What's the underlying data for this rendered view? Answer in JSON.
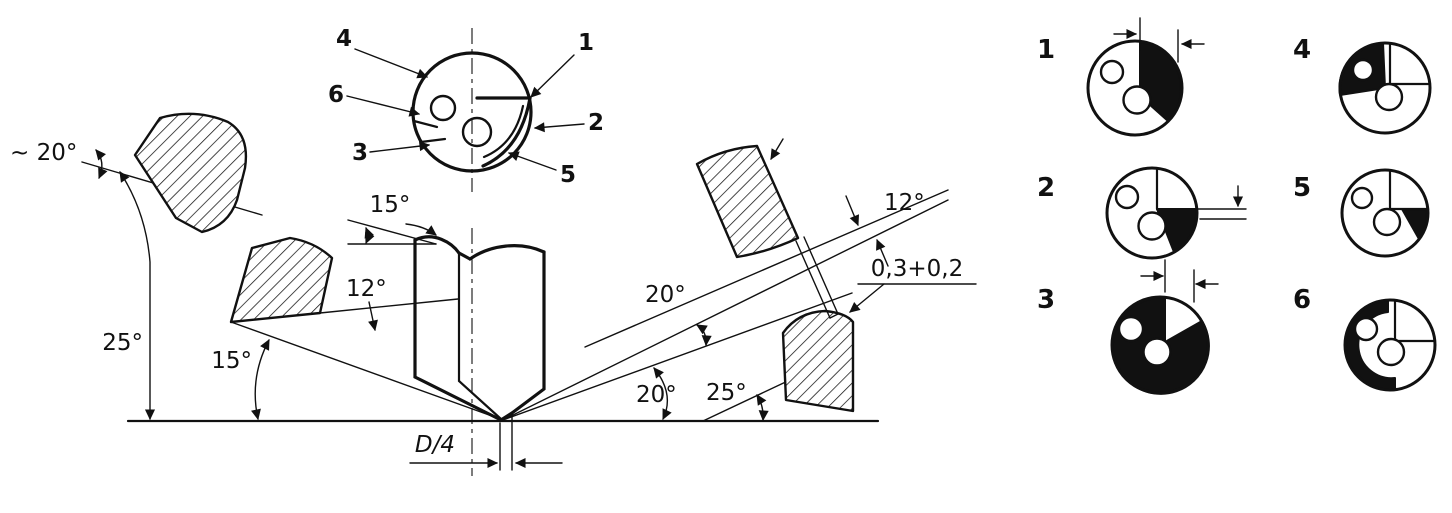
{
  "meta": {
    "title": "Drill point sharpening geometry diagram",
    "ink": "#111111",
    "paper": "#ffffff"
  },
  "main_view": {
    "callouts": {
      "n1": "1",
      "n2": "2",
      "n3": "3",
      "n4": "4",
      "n5": "5",
      "n6": "6"
    },
    "angles": {
      "tilde_20": "~ 20°",
      "left_25": "25°",
      "flute_15": "15°",
      "left_12": "12°",
      "left_15": "15°",
      "mid_20": "20°",
      "right_12": "12°",
      "bottom_20": "20°",
      "right_25": "25°"
    },
    "dims": {
      "margin": "0,3+0,2",
      "web": "D/4"
    }
  },
  "legend": {
    "items": [
      {
        "n": "1"
      },
      {
        "n": "2"
      },
      {
        "n": "3"
      },
      {
        "n": "4"
      },
      {
        "n": "5"
      },
      {
        "n": "6"
      }
    ]
  }
}
